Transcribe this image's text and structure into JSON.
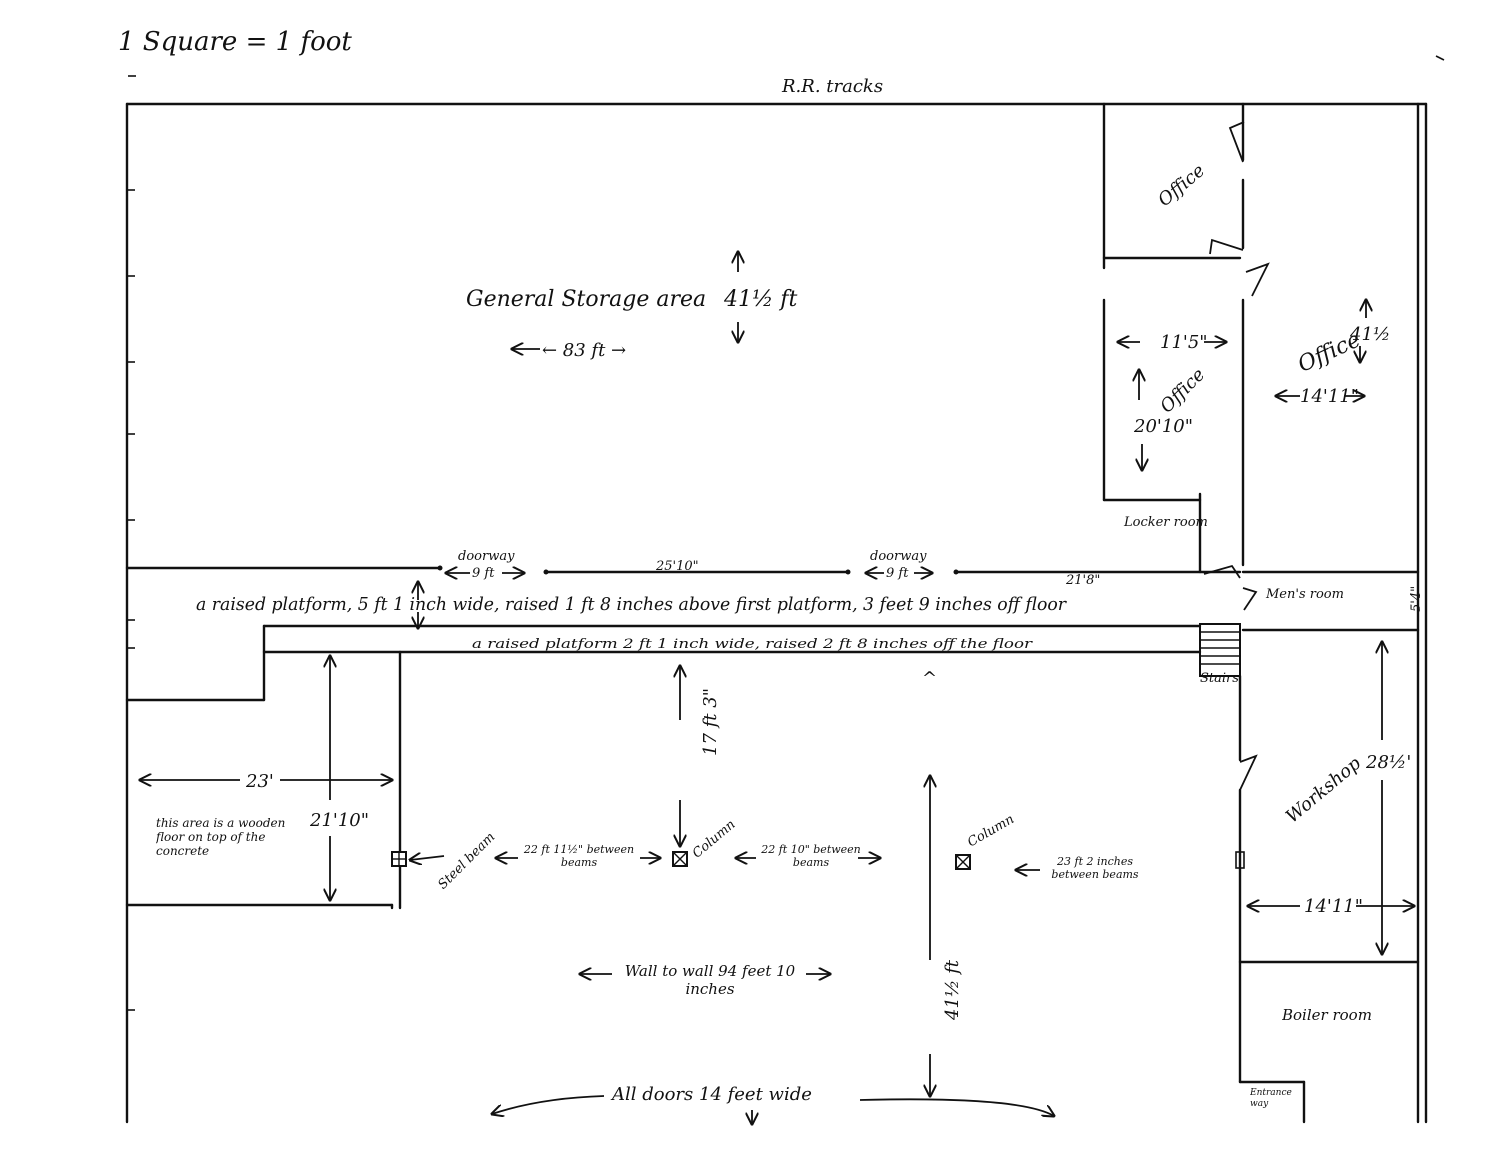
{
  "header": {
    "scale_note": "1 Square = 1 foot",
    "north_label": "R.R. tracks"
  },
  "general_storage": {
    "label": "General Storage area",
    "width": "← 83 ft →",
    "depth": "41½ ft"
  },
  "offices": {
    "office_top": "Office",
    "office_middle": "Office",
    "office_middle_width": "11'5\"",
    "office_middle_depth": "20'10\"",
    "office_right": "Office",
    "office_right_depth": "41½",
    "office_right_width": "14'11\""
  },
  "locker_room": "Locker room",
  "mens_room": "Men's room",
  "mens_room_dim": "5'4\"",
  "stairs": "Stairs",
  "upper_wall": {
    "doorway_left_label": "doorway",
    "doorway_left_width": "9 ft",
    "mid_span": "25'10\"",
    "doorway_right_label": "doorway",
    "doorway_right_width": "9 ft",
    "right_span": "21'8\""
  },
  "platforms": {
    "upper": "a raised platform, 5 ft 1 inch wide, raised 1 ft 8 inches above first platform, 3 feet 9 inches off floor",
    "lower": "a raised platform 2 ft 1 inch wide, raised 2 ft 8 inches off the floor"
  },
  "wooden_floor": {
    "note": "this area is a wooden floor on top of the concrete",
    "width": "23'",
    "depth": "21'10\""
  },
  "columns": {
    "steel_beam": "Steel beam",
    "column1": "Column",
    "column2": "Column",
    "span1": "22 ft 11½\" between beams",
    "span2": "22 ft 10\" between beams",
    "span3": "23 ft 2 inches between beams",
    "platform_to_column": "17 ft 3\""
  },
  "main_floor": {
    "wall_to_wall": "Wall to wall 94 feet 10 inches",
    "depth": "41½ ft",
    "doors_note": "All doors 14 feet wide"
  },
  "workshop": {
    "label": "Workshop",
    "depth": "28½'",
    "width": "14'11\""
  },
  "boiler_room": "Boiler room",
  "entrance": "Entrance way",
  "caret": "^"
}
